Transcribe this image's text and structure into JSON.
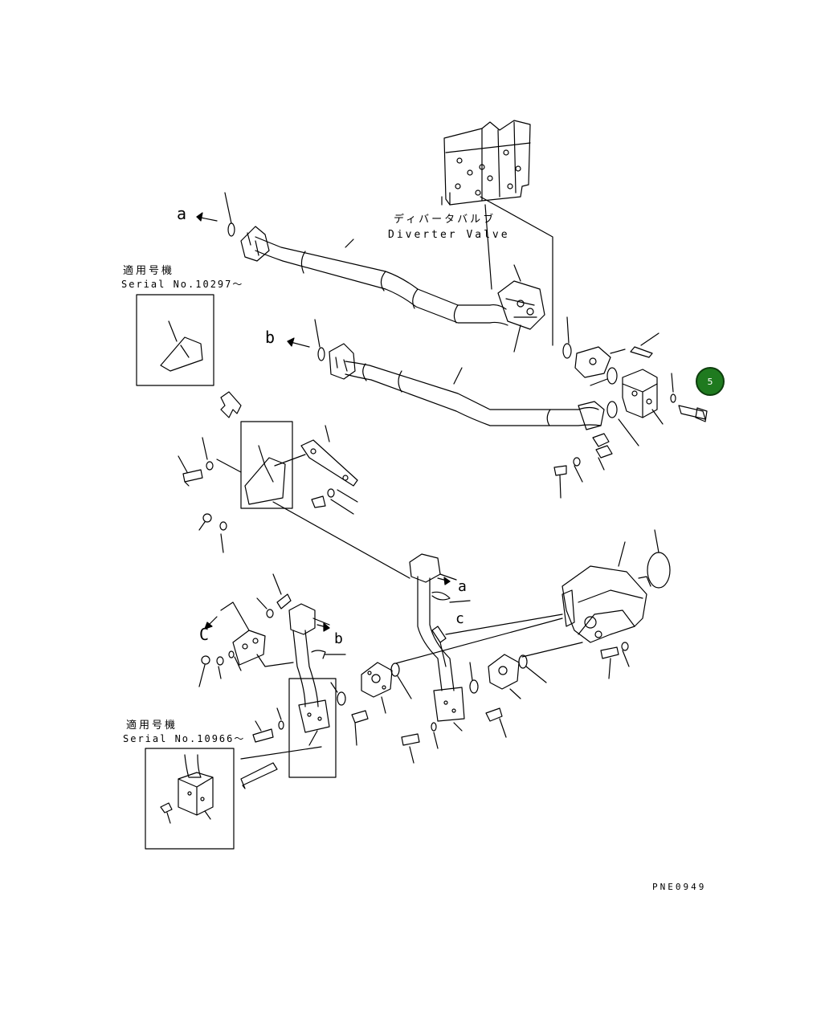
{
  "labels": {
    "diverter_jp": "ディバータバルブ",
    "diverter_en": "Diverter Valve",
    "serial_top_jp": "適用号機",
    "serial_top": "Serial No.10297～",
    "serial_bottom_jp": "適用号機",
    "serial_bottom": "Serial No.10966～",
    "a_top": "a",
    "b_top": "b",
    "a_lower": "a",
    "b_lower": "b",
    "c_right": "c",
    "c_left": "C",
    "drawing_code": "PNE0949"
  },
  "callout": {
    "number": "5",
    "color": "#1f7a1f"
  }
}
